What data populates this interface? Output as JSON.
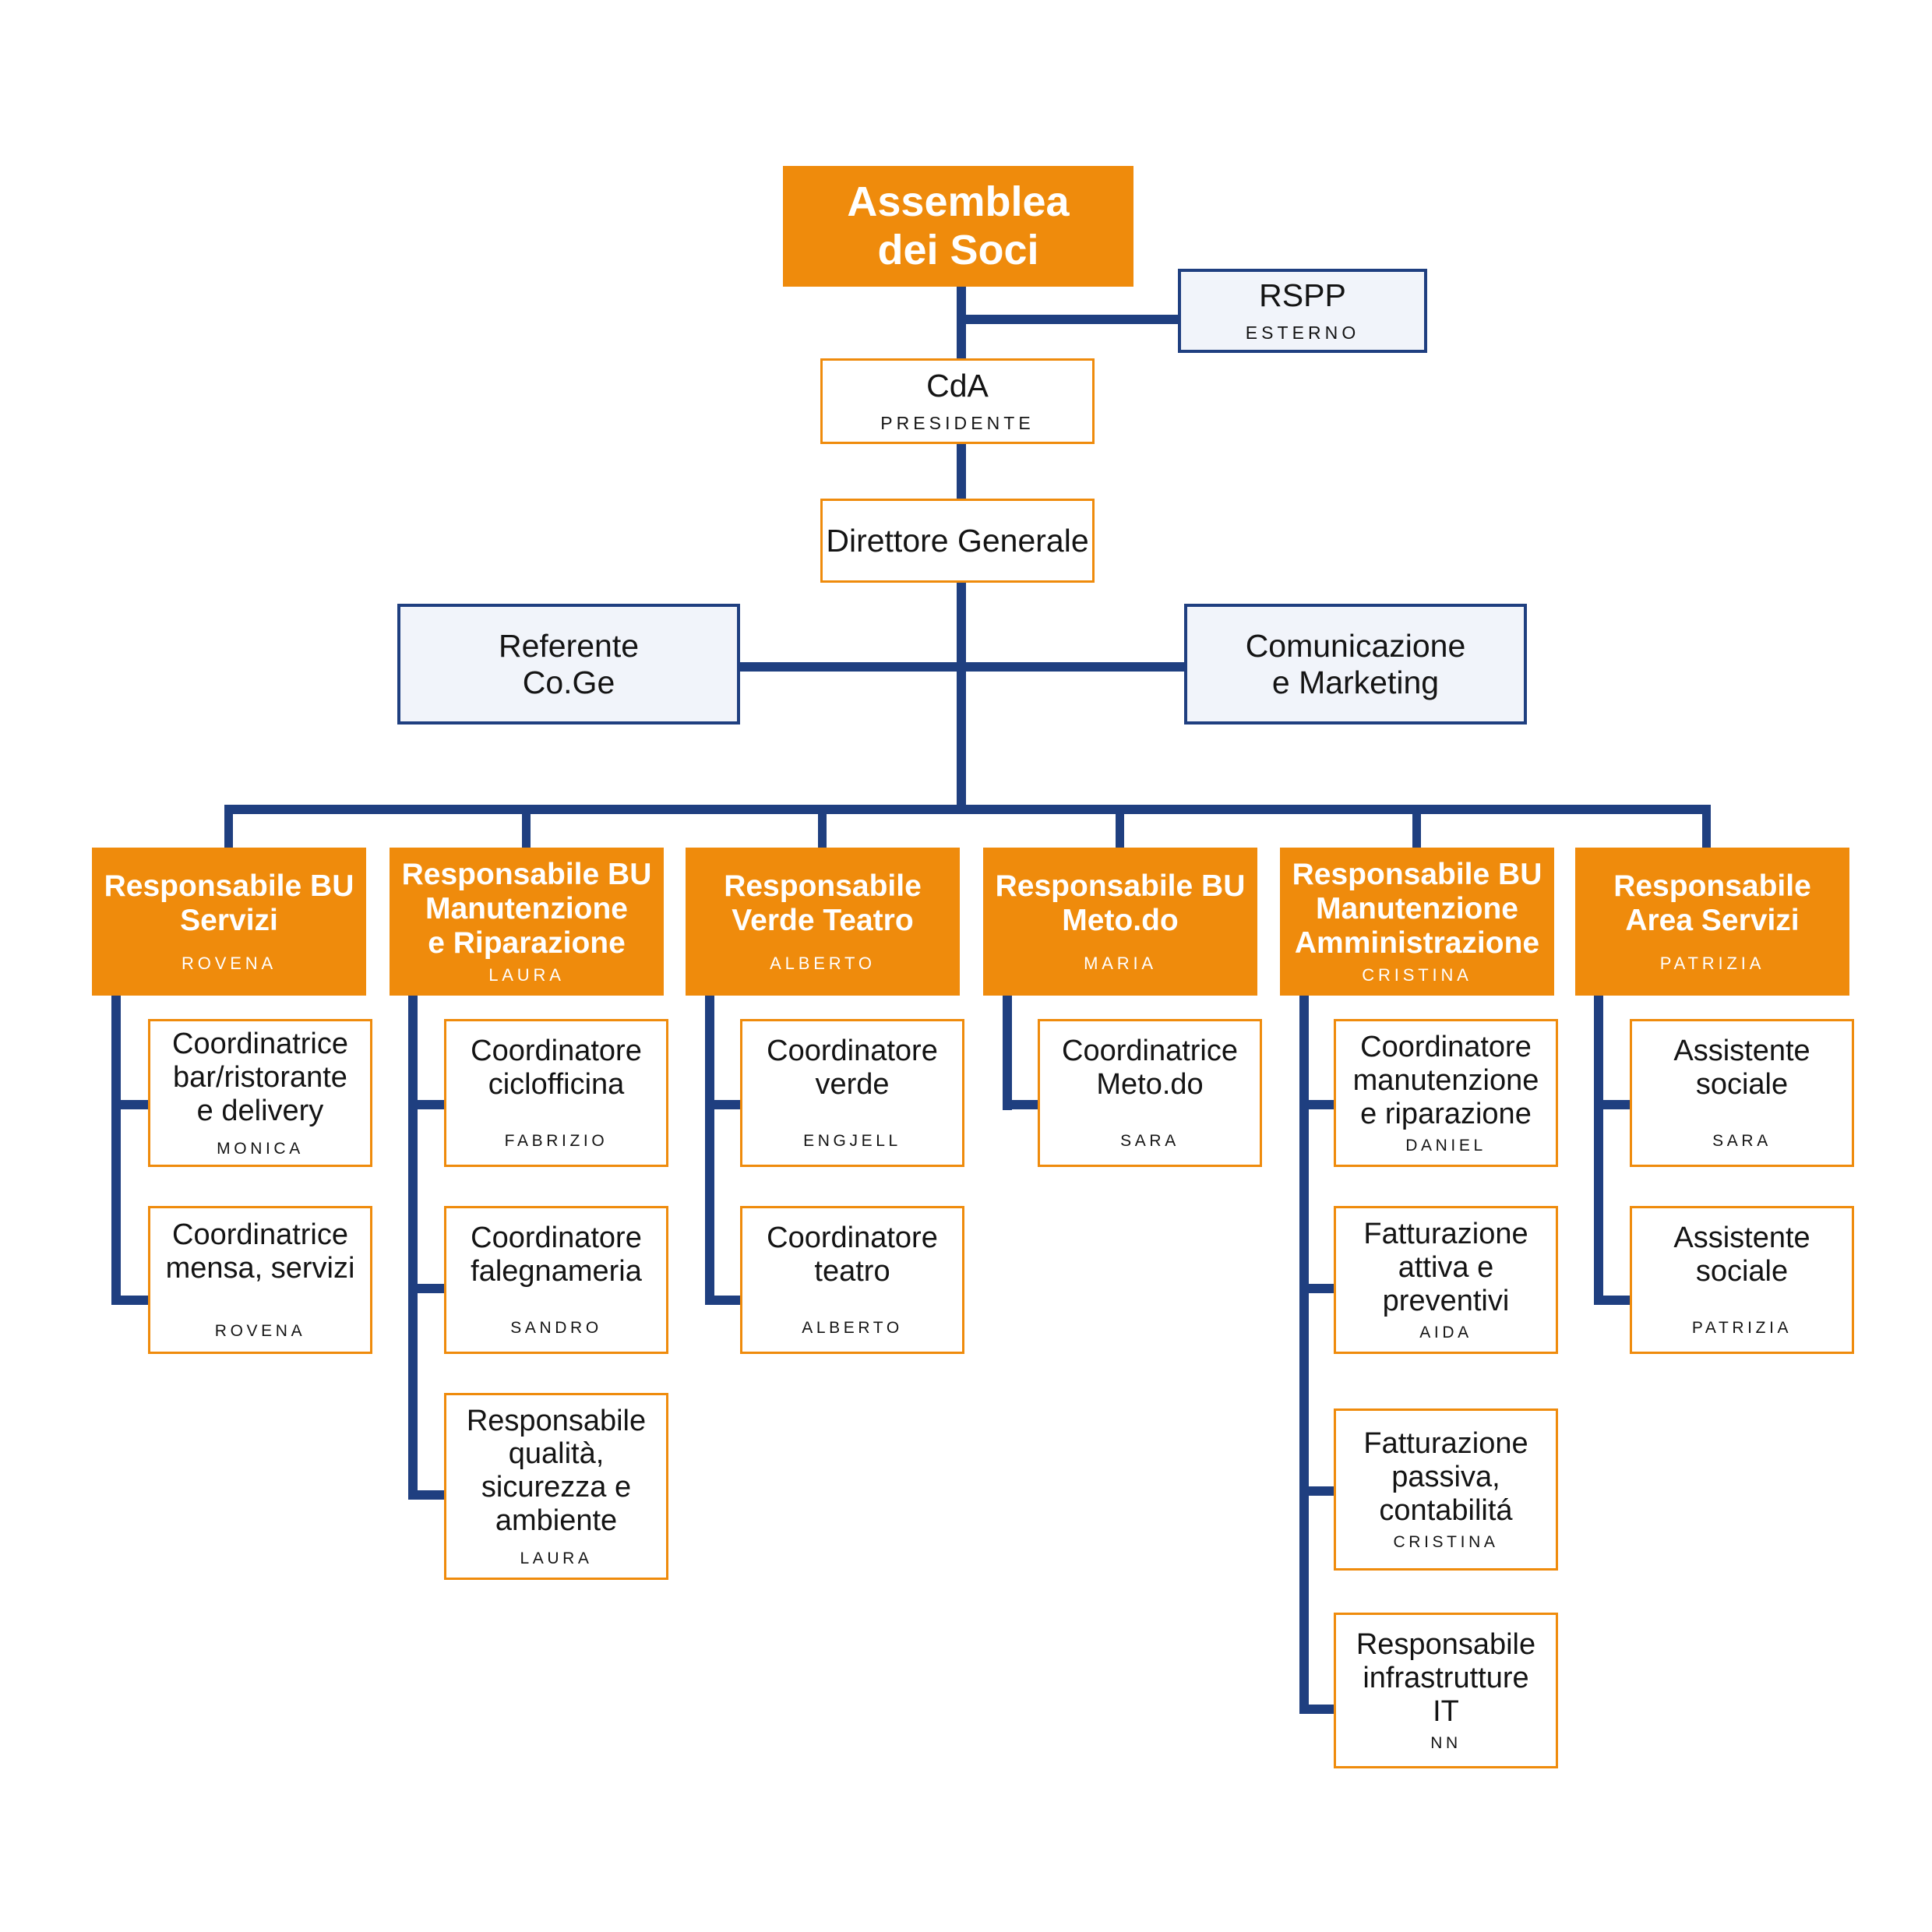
{
  "colors": {
    "orange": "#EF8B0C",
    "navy": "#1F3F80",
    "pale_blue": "#F1F4FA",
    "white": "#FFFFFF",
    "text": "#141414"
  },
  "chart_data": {
    "type": "diagram",
    "subtype": "organizational-chart",
    "title": "Organigramma",
    "levels": 5,
    "nodes": [
      {
        "id": "assemblea",
        "label": "Assemblea dei Soci",
        "person": "",
        "style": "orange",
        "level": 0
      },
      {
        "id": "rspp",
        "label": "RSPP",
        "person": "ESTERNO",
        "style": "pale",
        "level": 1
      },
      {
        "id": "cda",
        "label": "CdA",
        "person": "PRESIDENTE",
        "style": "white",
        "level": 1
      },
      {
        "id": "dg",
        "label": "Direttore Generale",
        "person": "",
        "style": "white",
        "level": 2
      },
      {
        "id": "coge",
        "label": "Referente Co.Ge",
        "person": "",
        "style": "pale",
        "level": 3
      },
      {
        "id": "commark",
        "label": "Comunicazione e Marketing",
        "person": "",
        "style": "pale",
        "level": 3
      },
      {
        "id": "bu1",
        "label": "Responsabile BU Servizi",
        "person": "ROVENA",
        "style": "orange",
        "level": 4
      },
      {
        "id": "bu2",
        "label": "Responsabile BU Manutenzione e Riparazione",
        "person": "LAURA",
        "style": "orange",
        "level": 4
      },
      {
        "id": "bu3",
        "label": "Responsabile Verde Teatro",
        "person": "ALBERTO",
        "style": "orange",
        "level": 4
      },
      {
        "id": "bu4",
        "label": "Responsabile BU Meto.do",
        "person": "MARIA",
        "style": "orange",
        "level": 4
      },
      {
        "id": "bu5",
        "label": "Responsabile BU Manutenzione Amministrazione",
        "person": "CRISTINA",
        "style": "orange",
        "level": 4
      },
      {
        "id": "bu6",
        "label": "Responsabile Area Servizi",
        "person": "PATRIZIA",
        "style": "orange",
        "level": 4
      }
    ],
    "edges": [
      [
        "assemblea",
        "rspp"
      ],
      [
        "assemblea",
        "cda"
      ],
      [
        "cda",
        "dg"
      ],
      [
        "dg",
        "coge"
      ],
      [
        "dg",
        "commark"
      ],
      [
        "dg",
        "bu1"
      ],
      [
        "dg",
        "bu2"
      ],
      [
        "dg",
        "bu3"
      ],
      [
        "dg",
        "bu4"
      ],
      [
        "dg",
        "bu5"
      ],
      [
        "dg",
        "bu6"
      ]
    ]
  },
  "root": {
    "line1": "Assemblea",
    "line2": "dei Soci"
  },
  "rspp": {
    "title": "RSPP",
    "person": "ESTERNO"
  },
  "cda": {
    "title": "CdA",
    "person": "PRESIDENTE"
  },
  "dg": {
    "title": "Direttore Generale"
  },
  "coge": {
    "line1": "Referente",
    "line2": "Co.Ge"
  },
  "commark": {
    "line1": "Comunicazione",
    "line2": "e Marketing"
  },
  "columns": [
    {
      "head": {
        "lines": [
          "Responsabile BU",
          "Servizi"
        ],
        "person": "ROVENA"
      },
      "children": [
        {
          "lines": [
            "Coordinatrice",
            "bar/ristorante",
            "e delivery"
          ],
          "person": "MONICA"
        },
        {
          "lines": [
            "Coordinatrice",
            "mensa, servizi"
          ],
          "person": "ROVENA"
        }
      ]
    },
    {
      "head": {
        "lines": [
          "Responsabile BU",
          "Manutenzione",
          "e Riparazione"
        ],
        "person": "LAURA"
      },
      "children": [
        {
          "lines": [
            "Coordinatore",
            "ciclofficina"
          ],
          "person": "FABRIZIO"
        },
        {
          "lines": [
            "Coordinatore",
            "falegnameria"
          ],
          "person": "SANDRO"
        },
        {
          "lines": [
            "Responsabile",
            "qualità,",
            "sicurezza e",
            "ambiente"
          ],
          "person": "LAURA"
        }
      ]
    },
    {
      "head": {
        "lines": [
          "Responsabile",
          "Verde Teatro"
        ],
        "person": "ALBERTO"
      },
      "children": [
        {
          "lines": [
            "Coordinatore",
            "verde"
          ],
          "person": "ENGJELL"
        },
        {
          "lines": [
            "Coordinatore",
            "teatro"
          ],
          "person": "ALBERTO"
        }
      ]
    },
    {
      "head": {
        "lines": [
          "Responsabile BU",
          "Meto.do"
        ],
        "person": "MARIA"
      },
      "children": [
        {
          "lines": [
            "Coordinatrice",
            "Meto.do"
          ],
          "person": "SARA"
        }
      ]
    },
    {
      "head": {
        "lines": [
          "Responsabile BU",
          "Manutenzione",
          "Amministrazione"
        ],
        "person": "CRISTINA"
      },
      "children": [
        {
          "lines": [
            "Coordinatore",
            "manutenzione",
            "e riparazione"
          ],
          "person": "DANIEL"
        },
        {
          "lines": [
            "Fatturazione",
            "attiva e",
            "preventivi"
          ],
          "person": "AIDA"
        },
        {
          "lines": [
            "Fatturazione",
            "passiva,",
            "contabilitá"
          ],
          "person": "CRISTINA"
        },
        {
          "lines": [
            "Responsabile",
            "infrastrutture",
            "IT"
          ],
          "person": "NN"
        }
      ]
    },
    {
      "head": {
        "lines": [
          "Responsabile",
          "Area Servizi"
        ],
        "person": "PATRIZIA"
      },
      "children": [
        {
          "lines": [
            "Assistente",
            "sociale"
          ],
          "person": "SARA"
        },
        {
          "lines": [
            "Assistente",
            "sociale"
          ],
          "person": "PATRIZIA"
        }
      ]
    }
  ]
}
